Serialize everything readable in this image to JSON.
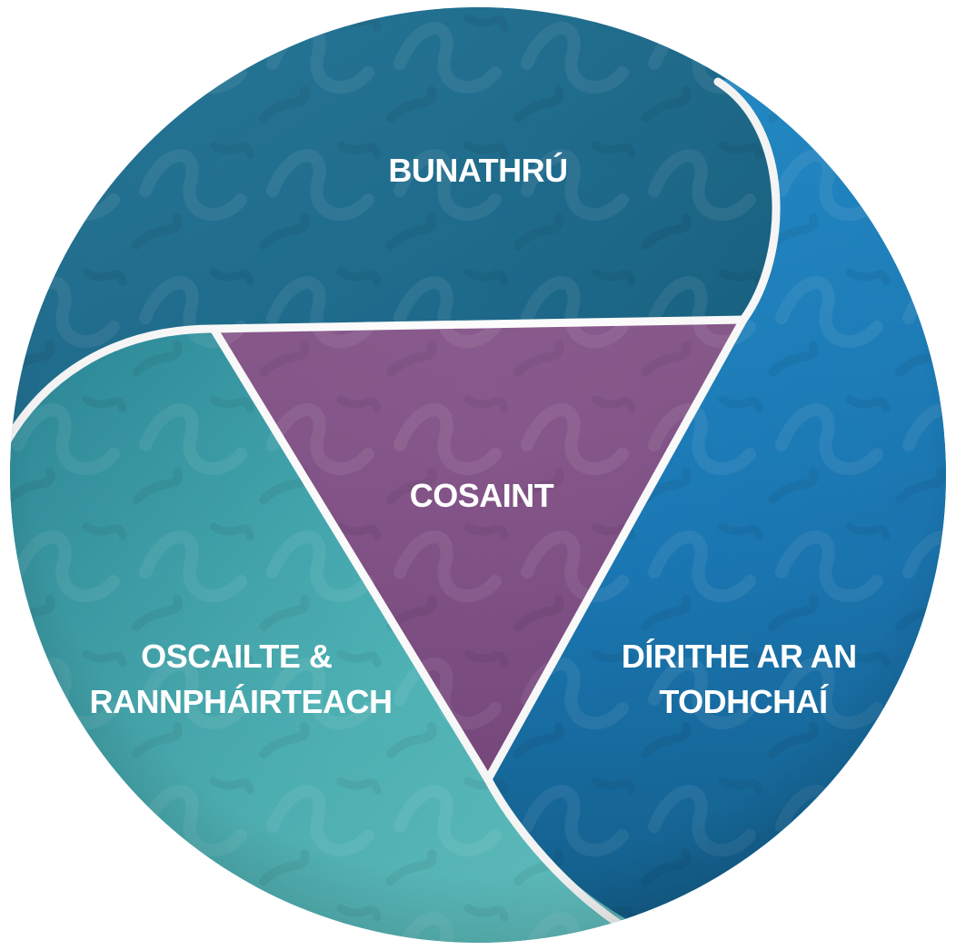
{
  "diagram": {
    "segments": [
      {
        "id": "top",
        "label_lines": [
          "BUNATHRÚ"
        ],
        "color": "#1d6f92"
      },
      {
        "id": "right",
        "label_lines": [
          "DÍRITHE AR AN",
          "TODHCHAÍ"
        ],
        "color": "#1f85c3"
      },
      {
        "id": "left",
        "label_lines": [
          "OSCAILTE &",
          "RANNPHÁIRTEACH"
        ],
        "color": "#4fb8bb"
      },
      {
        "id": "center",
        "label_lines": [
          "COSAINT"
        ],
        "color": "#86558a"
      }
    ],
    "divider_color": "#ffffff"
  }
}
